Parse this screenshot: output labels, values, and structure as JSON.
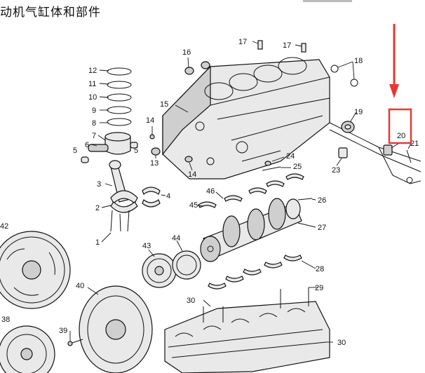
{
  "title": "动机气缸体和部件",
  "highlight": {
    "color": "#e53935",
    "target_label": "20"
  },
  "labels": {
    "l1": "1",
    "l2": "2",
    "l3": "3",
    "l4": "4",
    "l5a": "5",
    "l5b": "5",
    "l6": "6",
    "l7": "7",
    "l8": "8",
    "l9": "9",
    "l10": "10",
    "l11": "11",
    "l12": "12",
    "l13": "13",
    "l14a": "14",
    "l14b": "14",
    "l15": "15",
    "l16": "16",
    "l17a": "17",
    "l17b": "17",
    "l18": "18",
    "l19": "19",
    "l20": "20",
    "l21": "21",
    "l23": "23",
    "l24": "24",
    "l25": "25",
    "l26": "26",
    "l27": "27",
    "l28": "28",
    "l29": "29",
    "l30a": "30",
    "l30b": "30",
    "l38": "38",
    "l39": "39",
    "l40": "40",
    "l42": "42",
    "l43": "43",
    "l44": "44",
    "l45": "45",
    "l46": "46"
  }
}
